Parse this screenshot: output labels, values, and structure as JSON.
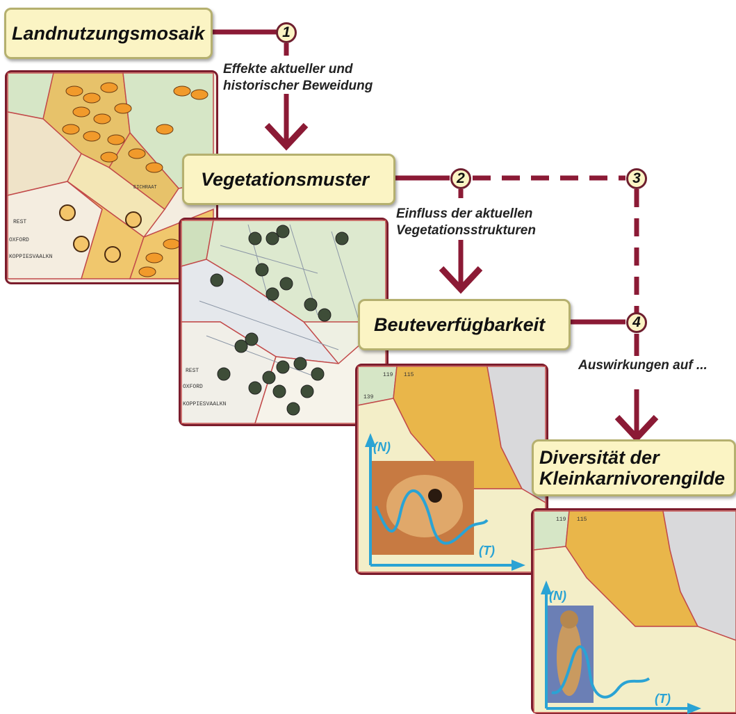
{
  "stages": {
    "s1": "Landnutzungsmosaik",
    "s2": "Vegetationsmuster",
    "s3": "Beuteverfügbarkeit",
    "s4_line1": "Diversität der",
    "s4_line2": "Kleinkarnivorengilde"
  },
  "steps": {
    "n1": "1",
    "n2": "2",
    "n3": "3",
    "n4": "4"
  },
  "captions": {
    "c1_line1": "Effekte aktueller und",
    "c1_line2": "historischer Beweidung",
    "c2_line1": "Einfluss der aktuellen",
    "c2_line2": "Vegetationsstrukturen",
    "c3": "Auswirkungen auf ..."
  },
  "map_labels": {
    "rest": "REST",
    "oxford": "OXFORD",
    "koppies": "KOPPIESVAALKN",
    "ahorn": "EICHRAAT",
    "p119": "119",
    "p115": "115",
    "p139": "139"
  },
  "plot_axes": {
    "y": "(N)",
    "x": "(T)"
  },
  "colors": {
    "connector": "#8b1a35",
    "panel_border": "#7b1c2c",
    "label_fill": "#fbf4c4",
    "axis": "#2aa3d4",
    "orange_parcel": "#e9b64a",
    "green_parcel": "#d6e6c6"
  }
}
